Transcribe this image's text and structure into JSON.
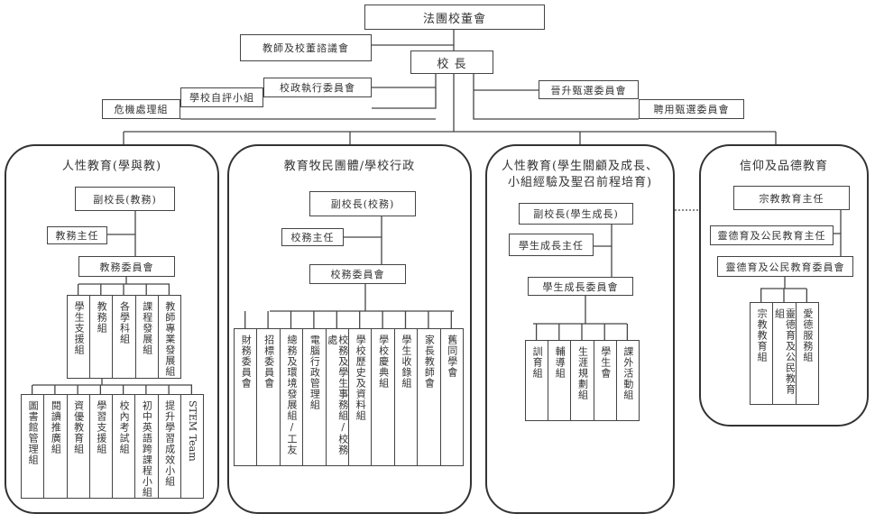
{
  "top": {
    "board": "法團校董會",
    "advisory": "教師及校董諮議會",
    "principal": "校 長",
    "exec_committee": "校政執行委員會",
    "self_eval": "學校自評小組",
    "crisis": "危機處理組",
    "promotion": "晉升甄選委員會",
    "hiring": "聘用甄選委員會"
  },
  "sections": [
    {
      "title": "人性教育(學與教)",
      "vp": "副校長(教務)",
      "head": "教務主任",
      "committee": "教務委員會",
      "groups": [
        "學生支援組",
        "教務組",
        "各學科組",
        "課程發展組",
        "教師專業發展組"
      ],
      "subgroups": [
        "圖書館管理組",
        "閱讀推廣組",
        "資優教育組",
        "學習支援組",
        "校內考試組",
        "初中英語跨課程小組",
        "提升學習成效小組",
        "STEM Team"
      ]
    },
    {
      "title": "教育牧民團體/學校行政",
      "vp": "副校長(校務)",
      "head": "校務主任",
      "committee": "校務委員會",
      "groups": [
        "財務委員會",
        "招標委員會",
        "總務及環境發展組/工友",
        "電腦行政管理組",
        "校務及學生事務組/校務處",
        "學校歷史及資料組",
        "學校慶典組",
        "學生收錄組",
        "家長教師會",
        "舊同學會"
      ]
    },
    {
      "title_lines": [
        "人性教育(學生關顧及成長、",
        "小組經驗及聖召前程培育)"
      ],
      "vp": "副校長(學生成長)",
      "head": "學生成長主任",
      "committee": "學生成長委員會",
      "groups": [
        "訓育組",
        "輔導組",
        "生涯規劃組",
        "學生會",
        "課外活動組"
      ]
    },
    {
      "title": "信仰及品德教育",
      "head": "宗教教育主任",
      "subhead": "靈德育及公民教育主任",
      "committee": "靈德育及公民教育委員會",
      "groups": [
        "宗教教育組",
        "靈德育及公民教育組",
        "愛德服務組"
      ]
    }
  ]
}
